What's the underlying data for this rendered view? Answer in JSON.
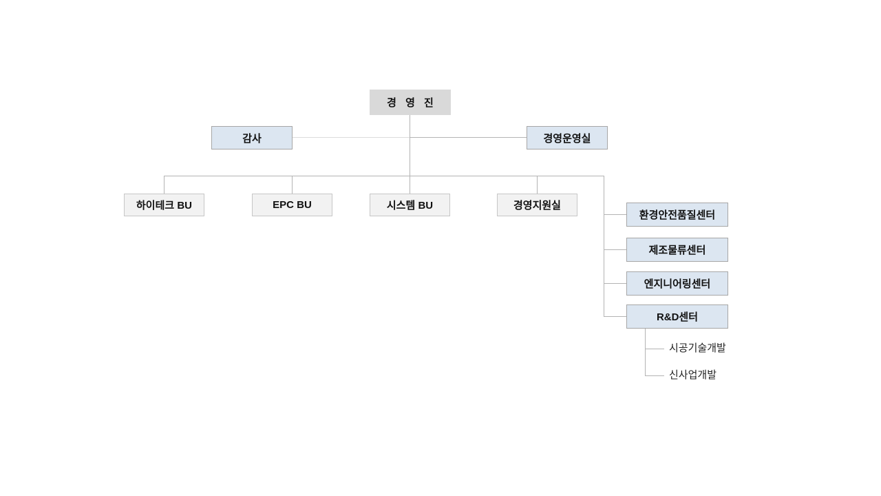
{
  "org": {
    "root": {
      "label": "경 영 진"
    },
    "staff": [
      {
        "label": "감사"
      },
      {
        "label": "경영운영실"
      }
    ],
    "divisions": [
      {
        "label": "하이테크 BU"
      },
      {
        "label": "EPC BU"
      },
      {
        "label": "시스템 BU"
      },
      {
        "label": "경영지원실"
      }
    ],
    "centers": [
      {
        "label": "환경안전품질센터"
      },
      {
        "label": "제조물류센터"
      },
      {
        "label": "엔지니어링센터"
      },
      {
        "label": "R&D센터"
      }
    ],
    "rnd_children": [
      {
        "label": "시공기술개발"
      },
      {
        "label": "신사업개발"
      }
    ],
    "colors": {
      "root_fill": "#d9d9d9",
      "staff_fill": "#dce6f1",
      "staff_border": "#a6a6a6",
      "division_fill": "#f2f2f2",
      "division_border": "#c6c6c6",
      "center_fill": "#dce6f1",
      "connector_line": "#b3b3b3",
      "connector_line_light": "#dcdcdc",
      "background": "#ffffff"
    }
  }
}
